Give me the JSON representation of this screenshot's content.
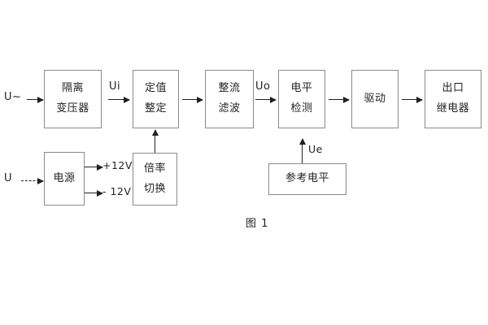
{
  "diagram": {
    "caption": "图 1",
    "signal_chain": {
      "input_label": "U~",
      "blocks": [
        {
          "id": "isolation-transformer",
          "lines": [
            "隔离",
            "变压器"
          ]
        },
        {
          "id": "setpoint-adjust",
          "lines": [
            "定值",
            "整定"
          ]
        },
        {
          "id": "rectify-filter",
          "lines": [
            "整流",
            "滤波"
          ]
        },
        {
          "id": "level-detect",
          "lines": [
            "电平",
            "检测"
          ]
        },
        {
          "id": "drive",
          "lines": [
            "驱动"
          ]
        },
        {
          "id": "output-relay",
          "lines": [
            "出口",
            "继电器"
          ]
        }
      ],
      "signals": {
        "ui": "Ui",
        "uo": "Uo",
        "ue": "Ue"
      }
    },
    "power_branch": {
      "input_label": "U",
      "block": {
        "id": "power-supply",
        "lines": [
          "电源"
        ]
      },
      "rails": [
        "+12V",
        "- 12V"
      ]
    },
    "aux_blocks": [
      {
        "id": "multiplier-switch",
        "lines": [
          "倍率",
          "切换"
        ]
      },
      {
        "id": "reference-level",
        "lines": [
          "参考电平"
        ]
      }
    ],
    "colors": {
      "line": "#8a8a8a",
      "text": "#231f20",
      "arrow": "#231f20",
      "background": "#ffffff"
    }
  }
}
